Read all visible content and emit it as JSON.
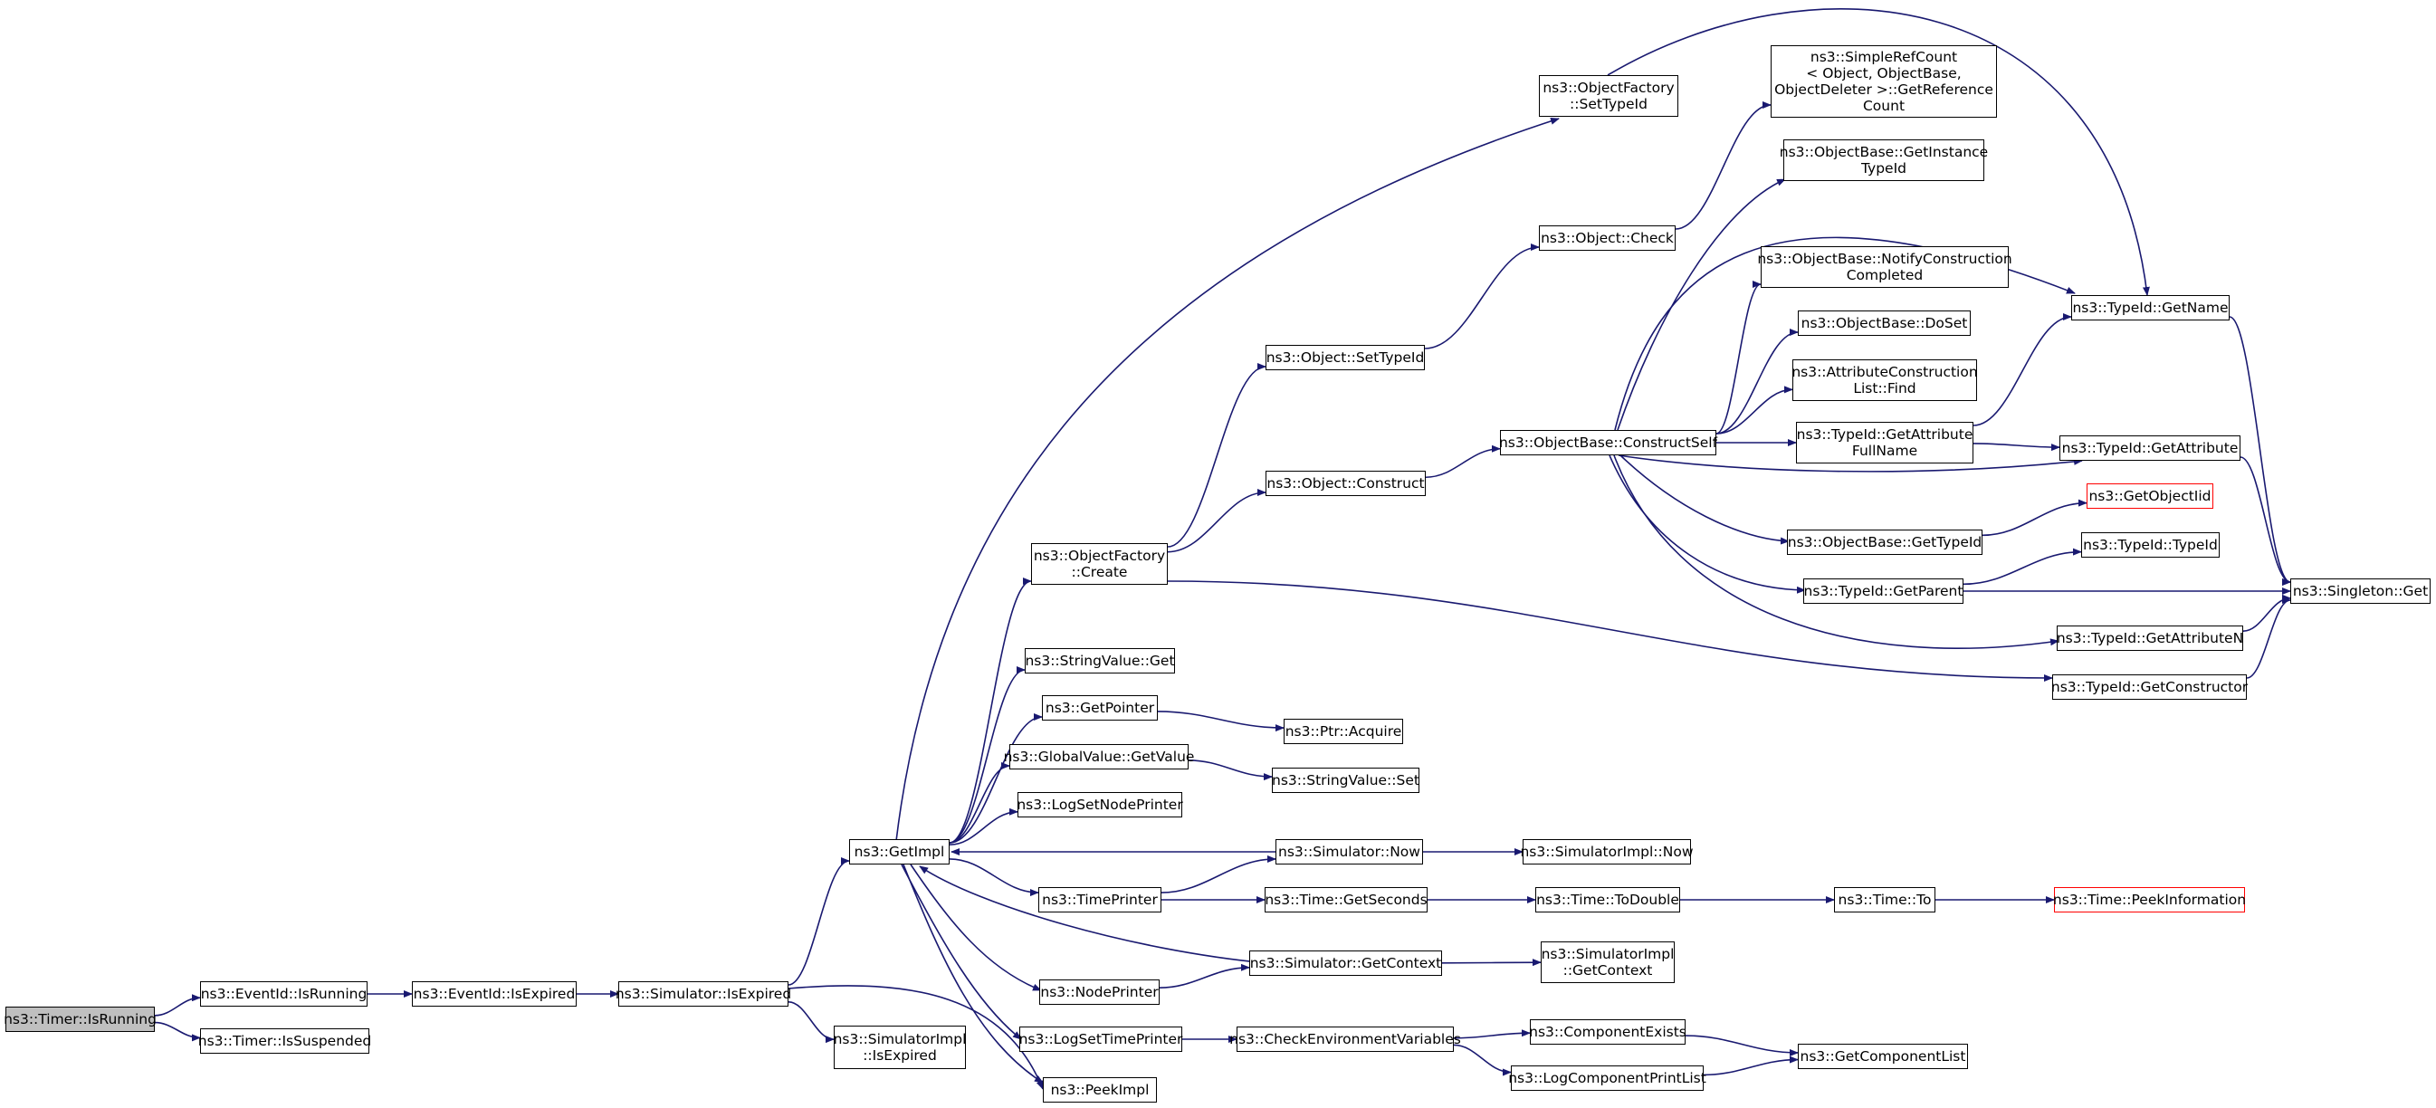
{
  "nodes": [
    {
      "id": "timer_isrunning",
      "lines": [
        "ns3::Timer::IsRunning"
      ],
      "current": true
    },
    {
      "id": "eventid_isrunning",
      "lines": [
        "ns3::EventId::IsRunning"
      ]
    },
    {
      "id": "timer_issuspended",
      "lines": [
        "ns3::Timer::IsSuspended"
      ]
    },
    {
      "id": "eventid_isexpired",
      "lines": [
        "ns3::EventId::IsExpired"
      ]
    },
    {
      "id": "sim_isexpired",
      "lines": [
        "ns3::Simulator::IsExpired"
      ]
    },
    {
      "id": "simimpl_isexpired",
      "lines": [
        "ns3::SimulatorImpl",
        "::IsExpired"
      ]
    },
    {
      "id": "getimpl",
      "lines": [
        "ns3::GetImpl"
      ]
    },
    {
      "id": "peekimpl",
      "lines": [
        "ns3::PeekImpl"
      ]
    },
    {
      "id": "objfactory_create",
      "lines": [
        "ns3::ObjectFactory",
        "::Create"
      ]
    },
    {
      "id": "stringvalue_get",
      "lines": [
        "ns3::StringValue::Get"
      ]
    },
    {
      "id": "getpointer",
      "lines": [
        "ns3::GetPointer"
      ]
    },
    {
      "id": "globalvalue_getvalue",
      "lines": [
        "ns3::GlobalValue::GetValue"
      ]
    },
    {
      "id": "logsetnodeprinter",
      "lines": [
        "ns3::LogSetNodePrinter"
      ]
    },
    {
      "id": "timeprinter",
      "lines": [
        "ns3::TimePrinter"
      ]
    },
    {
      "id": "nodeprinter",
      "lines": [
        "ns3::NodePrinter"
      ]
    },
    {
      "id": "logsettimeprinter",
      "lines": [
        "ns3::LogSetTimePrinter"
      ]
    },
    {
      "id": "objfactory_settypeid",
      "lines": [
        "ns3::ObjectFactory",
        "::SetTypeId"
      ]
    },
    {
      "id": "object_settypeid",
      "lines": [
        "ns3::Object::SetTypeId"
      ]
    },
    {
      "id": "object_construct",
      "lines": [
        "ns3::Object::Construct"
      ]
    },
    {
      "id": "object_check",
      "lines": [
        "ns3::Object::Check"
      ]
    },
    {
      "id": "ptr_acquire",
      "lines": [
        "ns3::Ptr::Acquire"
      ]
    },
    {
      "id": "stringvalue_set",
      "lines": [
        "ns3::StringValue::Set"
      ]
    },
    {
      "id": "sim_now",
      "lines": [
        "ns3::Simulator::Now"
      ]
    },
    {
      "id": "time_getseconds",
      "lines": [
        "ns3::Time::GetSeconds"
      ]
    },
    {
      "id": "sim_getcontext",
      "lines": [
        "ns3::Simulator::GetContext"
      ]
    },
    {
      "id": "checkenv",
      "lines": [
        "ns3::CheckEnvironmentVariables"
      ]
    },
    {
      "id": "constructself",
      "lines": [
        "ns3::ObjectBase::ConstructSelf"
      ]
    },
    {
      "id": "simimpl_now",
      "lines": [
        "ns3::SimulatorImpl::Now"
      ]
    },
    {
      "id": "time_todouble",
      "lines": [
        "ns3::Time::ToDouble"
      ]
    },
    {
      "id": "simimpl_getcontext",
      "lines": [
        "ns3::SimulatorImpl",
        "::GetContext"
      ]
    },
    {
      "id": "componentexists",
      "lines": [
        "ns3::ComponentExists"
      ]
    },
    {
      "id": "logcomponentprintlist",
      "lines": [
        "ns3::LogComponentPrintList"
      ]
    },
    {
      "id": "simplerefcount",
      "lines": [
        "ns3::SimpleRefCount",
        "< Object, ObjectBase,",
        "ObjectDeleter >::GetReference",
        "Count"
      ]
    },
    {
      "id": "getinstancetypeid",
      "lines": [
        "ns3::ObjectBase::GetInstance",
        "TypeId"
      ]
    },
    {
      "id": "notifyconstruction",
      "lines": [
        "ns3::ObjectBase::NotifyConstruction",
        "Completed"
      ]
    },
    {
      "id": "objbase_doset",
      "lines": [
        "ns3::ObjectBase::DoSet"
      ]
    },
    {
      "id": "attrconstruction_find",
      "lines": [
        "ns3::AttributeConstruction",
        "List::Find"
      ]
    },
    {
      "id": "typeid_getattributefullname",
      "lines": [
        "ns3::TypeId::GetAttribute",
        "FullName"
      ]
    },
    {
      "id": "objbase_gettypeid",
      "lines": [
        "ns3::ObjectBase::GetTypeId"
      ]
    },
    {
      "id": "typeid_getparent",
      "lines": [
        "ns3::TypeId::GetParent"
      ]
    },
    {
      "id": "time_to",
      "lines": [
        "ns3::Time::To"
      ]
    },
    {
      "id": "getcomponentlist",
      "lines": [
        "ns3::GetComponentList"
      ]
    },
    {
      "id": "typeid_getname",
      "lines": [
        "ns3::TypeId::GetName"
      ]
    },
    {
      "id": "typeid_getattribute",
      "lines": [
        "ns3::TypeId::GetAttribute"
      ]
    },
    {
      "id": "getobjectiid",
      "lines": [
        "ns3::GetObjectIid"
      ],
      "color": "#ff0000"
    },
    {
      "id": "typeid_typeid",
      "lines": [
        "ns3::TypeId::TypeId"
      ]
    },
    {
      "id": "typeid_getattributen",
      "lines": [
        "ns3::TypeId::GetAttributeN"
      ]
    },
    {
      "id": "typeid_getconstructor",
      "lines": [
        "ns3::TypeId::GetConstructor"
      ]
    },
    {
      "id": "time_peekinformation",
      "lines": [
        "ns3::Time::PeekInformation"
      ],
      "color": "#ff0000"
    },
    {
      "id": "singleton_get",
      "lines": [
        "ns3::Singleton::Get"
      ]
    }
  ],
  "edges": [
    [
      "timer_isrunning",
      "eventid_isrunning"
    ],
    [
      "timer_isrunning",
      "timer_issuspended"
    ],
    [
      "eventid_isrunning",
      "eventid_isexpired"
    ],
    [
      "eventid_isexpired",
      "sim_isexpired"
    ],
    [
      "sim_isexpired",
      "getimpl"
    ],
    [
      "sim_isexpired",
      "peekimpl"
    ],
    [
      "sim_isexpired",
      "simimpl_isexpired"
    ],
    [
      "getimpl",
      "objfactory_settypeid"
    ],
    [
      "getimpl",
      "objfactory_create"
    ],
    [
      "getimpl",
      "stringvalue_get"
    ],
    [
      "getimpl",
      "getpointer"
    ],
    [
      "getimpl",
      "globalvalue_getvalue"
    ],
    [
      "getimpl",
      "logsetnodeprinter"
    ],
    [
      "getimpl",
      "timeprinter"
    ],
    [
      "getimpl",
      "nodeprinter"
    ],
    [
      "getimpl",
      "logsettimeprinter"
    ],
    [
      "getimpl",
      "peekimpl"
    ],
    [
      "objfactory_create",
      "object_settypeid"
    ],
    [
      "objfactory_create",
      "object_construct"
    ],
    [
      "objfactory_create",
      "typeid_getconstructor"
    ],
    [
      "object_settypeid",
      "object_check"
    ],
    [
      "object_check",
      "simplerefcount"
    ],
    [
      "object_construct",
      "constructself"
    ],
    [
      "getpointer",
      "ptr_acquire"
    ],
    [
      "globalvalue_getvalue",
      "stringvalue_set"
    ],
    [
      "sim_now",
      "getimpl"
    ],
    [
      "sim_now",
      "simimpl_now"
    ],
    [
      "timeprinter",
      "sim_now"
    ],
    [
      "timeprinter",
      "time_getseconds"
    ],
    [
      "time_getseconds",
      "time_todouble"
    ],
    [
      "time_todouble",
      "time_to"
    ],
    [
      "time_to",
      "time_peekinformation"
    ],
    [
      "sim_getcontext",
      "getimpl"
    ],
    [
      "sim_getcontext",
      "simimpl_getcontext"
    ],
    [
      "nodeprinter",
      "sim_getcontext"
    ],
    [
      "logsettimeprinter",
      "checkenv"
    ],
    [
      "checkenv",
      "componentexists"
    ],
    [
      "checkenv",
      "logcomponentprintlist"
    ],
    [
      "componentexists",
      "getcomponentlist"
    ],
    [
      "logcomponentprintlist",
      "getcomponentlist"
    ],
    [
      "constructself",
      "getinstancetypeid"
    ],
    [
      "constructself",
      "typeid_getname"
    ],
    [
      "constructself",
      "notifyconstruction"
    ],
    [
      "constructself",
      "objbase_doset"
    ],
    [
      "constructself",
      "attrconstruction_find"
    ],
    [
      "constructself",
      "typeid_getattributefullname"
    ],
    [
      "constructself",
      "typeid_getattribute"
    ],
    [
      "constructself",
      "objbase_gettypeid"
    ],
    [
      "constructself",
      "typeid_getparent"
    ],
    [
      "constructself",
      "typeid_getattributen"
    ],
    [
      "typeid_getattributefullname",
      "typeid_getname"
    ],
    [
      "typeid_getattributefullname",
      "typeid_getattribute"
    ],
    [
      "objbase_gettypeid",
      "getobjectiid"
    ],
    [
      "typeid_getparent",
      "typeid_typeid"
    ],
    [
      "typeid_getparent",
      "singleton_get"
    ],
    [
      "objfactory_settypeid",
      "typeid_getname"
    ],
    [
      "typeid_getname",
      "singleton_get"
    ],
    [
      "typeid_getattribute",
      "singleton_get"
    ],
    [
      "typeid_getattributen",
      "singleton_get"
    ],
    [
      "typeid_getconstructor",
      "singleton_get"
    ]
  ],
  "colors": {
    "edge": "#191970",
    "node_border": "#000000",
    "missing_border": "#ff0000",
    "current_fill": "#bfbfbf"
  }
}
